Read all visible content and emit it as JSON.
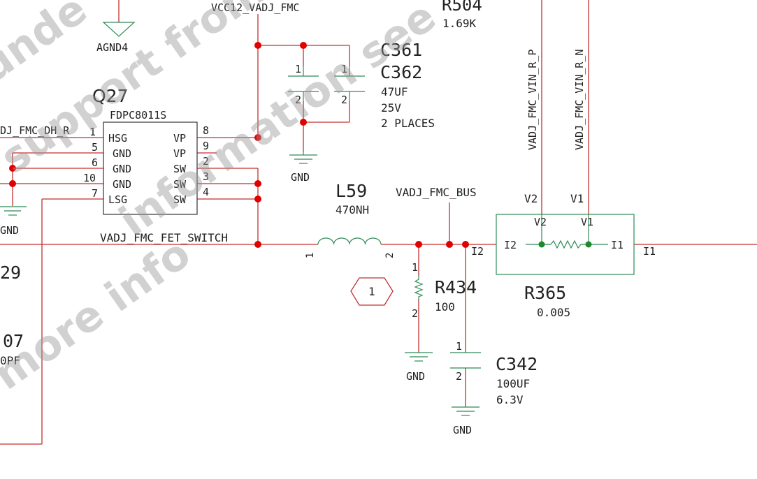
{
  "nets": {
    "vcc": "VCC12_VADJ_FMC",
    "agnd": "AGND4",
    "gnd": "GND",
    "dh": "DJ_FMC_DH_R",
    "fet_switch": "VADJ_FMC_FET_SWITCH",
    "fmc_bus": "VADJ_FMC_BUS",
    "vin_p": "VADJ_FMC_VIN_R_P",
    "vin_n": "VADJ_FMC_VIN_R_N",
    "i1_out": "I1",
    "i2_out": "I2"
  },
  "r504": {
    "ref": "R504",
    "value": "1.69K"
  },
  "q27": {
    "ref": "Q27",
    "part": "FDPC8011S",
    "left_pins": [
      {
        "num": "1",
        "name": "HSG"
      },
      {
        "num": "5",
        "name": "GND"
      },
      {
        "num": "6",
        "name": "GND"
      },
      {
        "num": "10",
        "name": "GND"
      },
      {
        "num": "7",
        "name": "LSG"
      }
    ],
    "right_pins": [
      {
        "num": "8",
        "name": "VP"
      },
      {
        "num": "9",
        "name": "VP"
      },
      {
        "num": "2",
        "name": "SW"
      },
      {
        "num": "3",
        "name": "SW"
      },
      {
        "num": "4",
        "name": "SW"
      }
    ]
  },
  "c361": {
    "ref1": "C361",
    "ref2": "C362",
    "value": "47UF",
    "voltage": "25V",
    "note": "2 PLACES",
    "pin1": "1",
    "pin2": "2"
  },
  "l59": {
    "ref": "L59",
    "value": "470NH",
    "pin1": "1",
    "pin2": "2"
  },
  "r434": {
    "ref": "R434",
    "value": "100",
    "pin1": "1",
    "pin2": "2"
  },
  "c342": {
    "ref": "C342",
    "value": "100UF",
    "voltage": "6.3V",
    "pin1": "1",
    "pin2": "2"
  },
  "r365": {
    "ref": "R365",
    "value": "0.005",
    "v1": "V1",
    "v2": "V2",
    "i1": "I1",
    "i2": "I2"
  },
  "page_ref": "1",
  "partial": {
    "ref29": "29",
    "ref07": "07",
    "refpf": "0PF"
  },
  "watermark": [
    "unde",
    "support from",
    "information see",
    "more info"
  ]
}
